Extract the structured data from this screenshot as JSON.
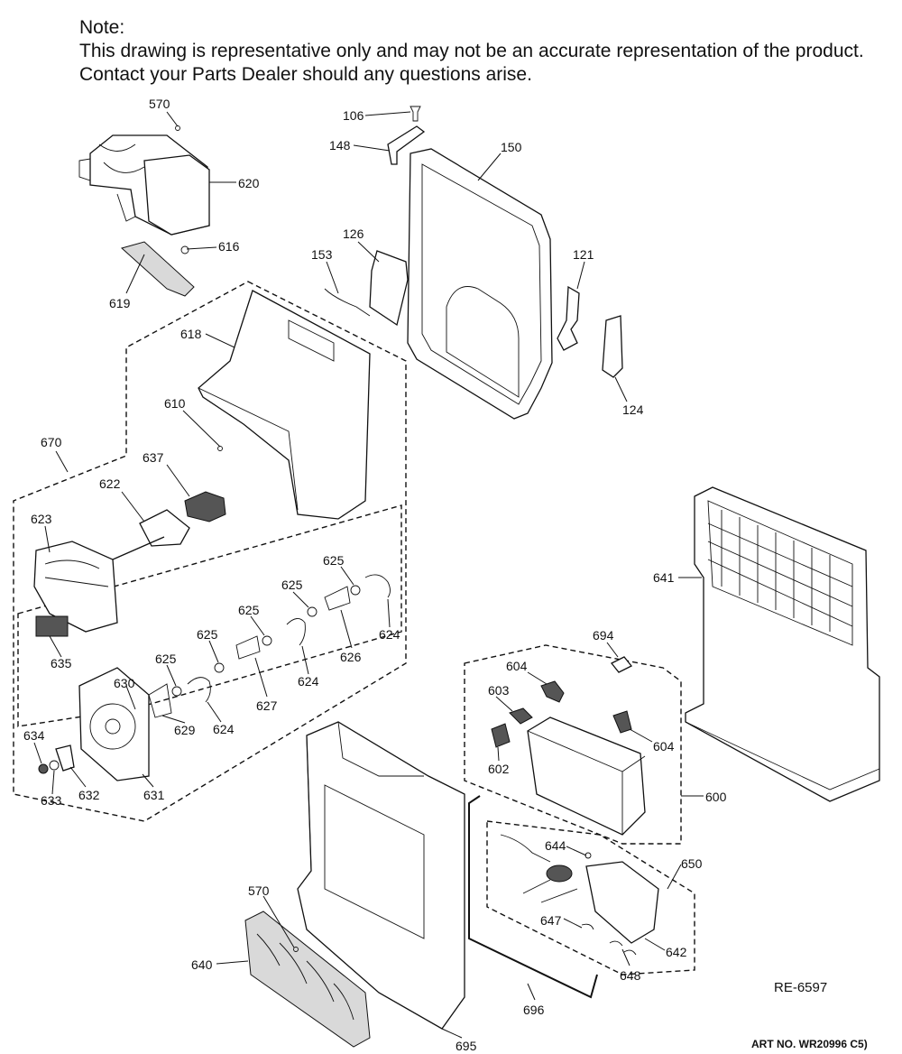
{
  "note": {
    "heading": "Note:",
    "line1": "This drawing is representative only and may not be an accurate representation of the product.",
    "line2": "Contact your Parts Dealer should any questions arise."
  },
  "callouts": {
    "c570a": "570",
    "c620": "620",
    "c616": "616",
    "c619": "619",
    "c106": "106",
    "c148": "148",
    "c150": "150",
    "c126": "126",
    "c153": "153",
    "c121": "121",
    "c124": "124",
    "c618": "618",
    "c610": "610",
    "c670": "670",
    "c637": "637",
    "c622": "622",
    "c623": "623",
    "c635": "635",
    "c625a": "625",
    "c625b": "625",
    "c625c": "625",
    "c625d": "625",
    "c625e": "625",
    "c624a": "624",
    "c624b": "624",
    "c624c": "624",
    "c626": "626",
    "c627": "627",
    "c630": "630",
    "c629": "629",
    "c634": "634",
    "c633": "633",
    "c632": "632",
    "c631": "631",
    "c641": "641",
    "c694": "694",
    "c604a": "604",
    "c603": "603",
    "c604b": "604",
    "c602": "602",
    "c600": "600",
    "c644": "644",
    "c650": "650",
    "c647": "647",
    "c642": "642",
    "c648": "648",
    "c570b": "570",
    "c640": "640",
    "c696": "696",
    "c695": "695"
  },
  "reference_code": "RE-6597",
  "art_number": "ART NO. WR20996 C5)"
}
